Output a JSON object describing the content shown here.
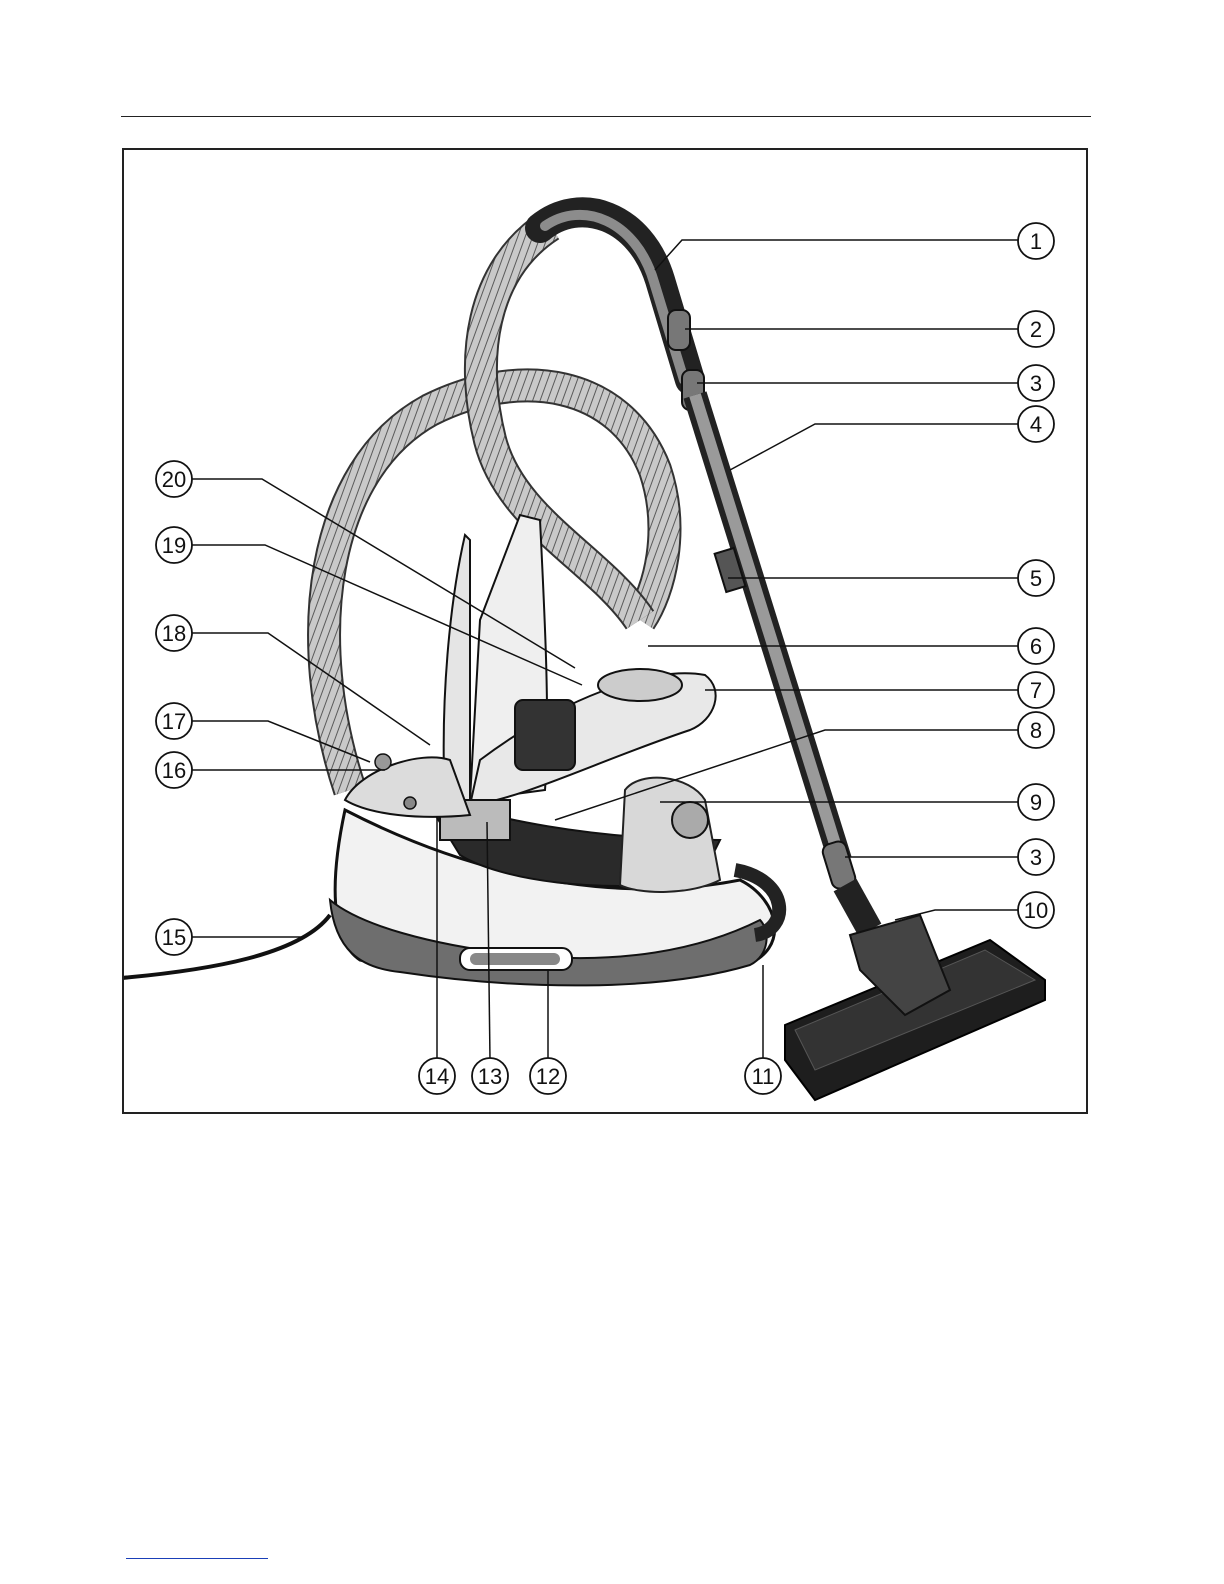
{
  "diagram": {
    "callouts": [
      {
        "id": "c1",
        "label": "1"
      },
      {
        "id": "c2",
        "label": "2"
      },
      {
        "id": "c3a",
        "label": "3"
      },
      {
        "id": "c4",
        "label": "4"
      },
      {
        "id": "c5",
        "label": "5"
      },
      {
        "id": "c6",
        "label": "6"
      },
      {
        "id": "c7",
        "label": "7"
      },
      {
        "id": "c8",
        "label": "8"
      },
      {
        "id": "c9",
        "label": "9"
      },
      {
        "id": "c3b",
        "label": "3"
      },
      {
        "id": "c10",
        "label": "10"
      },
      {
        "id": "c11",
        "label": "11"
      },
      {
        "id": "c12",
        "label": "12"
      },
      {
        "id": "c13",
        "label": "13"
      },
      {
        "id": "c14",
        "label": "14"
      },
      {
        "id": "c15",
        "label": "15"
      },
      {
        "id": "c16",
        "label": "16"
      },
      {
        "id": "c17",
        "label": "17"
      },
      {
        "id": "c18",
        "label": "18"
      },
      {
        "id": "c19",
        "label": "19"
      },
      {
        "id": "c20",
        "label": "20"
      }
    ]
  }
}
